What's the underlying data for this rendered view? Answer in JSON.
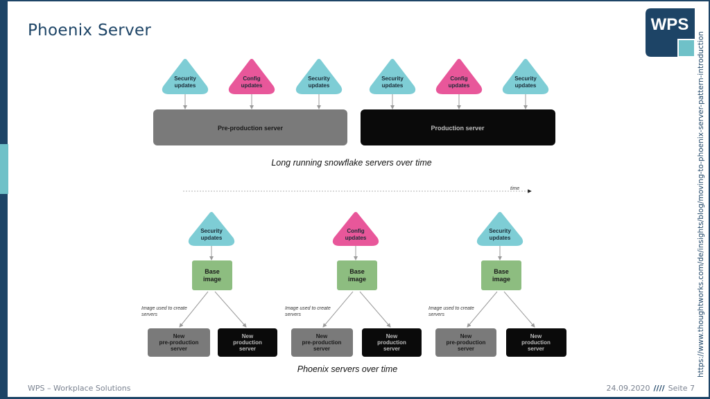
{
  "slide": {
    "title": "Phoenix Server",
    "source_url": "https://www.thoughtworks.com/de/insights/blog/moving-to-phoenix-server-pattern-introduction",
    "footer_company": "WPS – Workplace Solutions",
    "footer_date": "24.09.2020",
    "footer_separator": "////",
    "footer_page": "Seite 7"
  },
  "logo": {
    "text": "WPS",
    "colors": {
      "dark": "#1d4466",
      "accent": "#6fc1c8"
    }
  },
  "colors": {
    "security": "#7ecdd5",
    "config": "#e8579a",
    "base_image": "#8dbd80",
    "preprod": "#7a7a7a",
    "prod": "#0a0a0a",
    "arrow": "#9a9a9a"
  },
  "diagram": {
    "top": {
      "triggers": [
        {
          "line1": "Security",
          "line2": "updates",
          "kind": "security"
        },
        {
          "line1": "Config",
          "line2": "updates",
          "kind": "config"
        },
        {
          "line1": "Security",
          "line2": "updates",
          "kind": "security"
        },
        {
          "line1": "Security",
          "line2": "updates",
          "kind": "security"
        },
        {
          "line1": "Config",
          "line2": "updates",
          "kind": "config"
        },
        {
          "line1": "Security",
          "line2": "updates",
          "kind": "security"
        }
      ],
      "preprod_label": "Pre-production server",
      "prod_label": "Production server",
      "caption": "Long running snowflake servers over time"
    },
    "timeline_label": "time",
    "bottom": {
      "groups": [
        {
          "trigger": {
            "line1": "Security",
            "line2": "updates",
            "kind": "security"
          },
          "base": {
            "line1": "Base",
            "line2": "image"
          },
          "note_line1": "Image used to create",
          "note_line2": "servers",
          "preprod": {
            "line1": "New",
            "line2": "pre-production",
            "line3": "server"
          },
          "prod": {
            "line1": "New",
            "line2": "production",
            "line3": "server"
          }
        },
        {
          "trigger": {
            "line1": "Config",
            "line2": "updates",
            "kind": "config"
          },
          "base": {
            "line1": "Base",
            "line2": "image"
          },
          "note_line1": "Image used to create",
          "note_line2": "servers",
          "preprod": {
            "line1": "New",
            "line2": "pre-production",
            "line3": "server"
          },
          "prod": {
            "line1": "New",
            "line2": "production",
            "line3": "server"
          }
        },
        {
          "trigger": {
            "line1": "Security",
            "line2": "updates",
            "kind": "security"
          },
          "base": {
            "line1": "Base",
            "line2": "image"
          },
          "note_line1": "Image used to create",
          "note_line2": "servers",
          "preprod": {
            "line1": "New",
            "line2": "pre-production",
            "line3": "server"
          },
          "prod": {
            "line1": "New",
            "line2": "production",
            "line3": "server"
          }
        }
      ],
      "caption": "Phoenix servers over time"
    }
  }
}
